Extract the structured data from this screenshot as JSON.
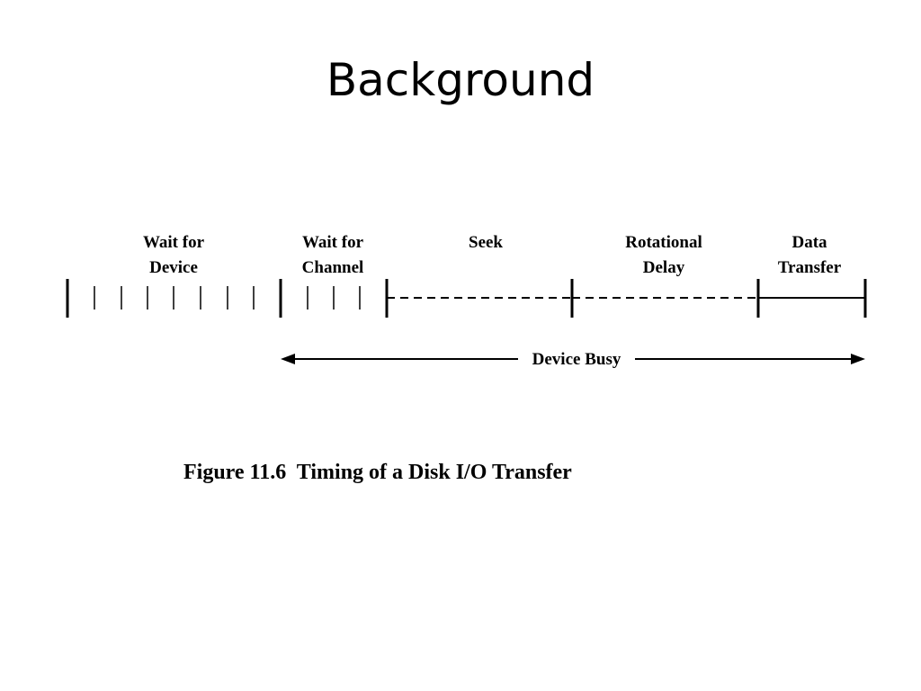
{
  "slide": {
    "title": "Background"
  },
  "diagram": {
    "phases": [
      {
        "line1": "Wait for",
        "line2": "Device"
      },
      {
        "line1": "Wait for",
        "line2": "Channel"
      },
      {
        "line1": "Seek",
        "line2": ""
      },
      {
        "line1": "Rotational",
        "line2": "Delay"
      },
      {
        "line1": "Data",
        "line2": "Transfer"
      }
    ],
    "busy_label": "Device Busy"
  },
  "figure": {
    "caption": "Figure 11.6  Timing of a Disk I/O Transfer"
  }
}
